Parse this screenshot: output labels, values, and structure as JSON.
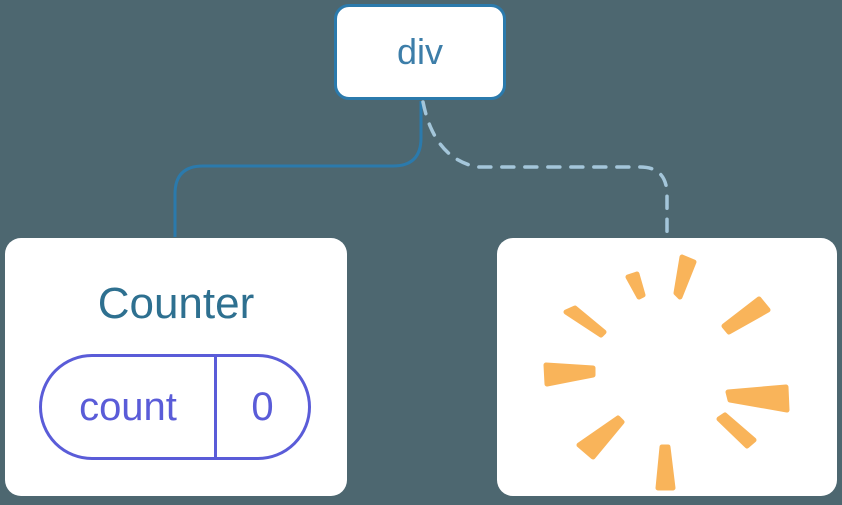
{
  "diagram": {
    "description": "React component tree: div root keeps Counter child with state, second child removed with a poof",
    "root": {
      "label": "div"
    },
    "counter": {
      "title": "Counter",
      "state_key": "count",
      "state_value": "0"
    },
    "removed_child": {
      "status": "removed",
      "icon": "poof-explosion-icon"
    }
  },
  "connectors": {
    "kept_edge_style": "solid",
    "removed_edge_style": "dashed"
  },
  "colors": {
    "bg": "#4d6770",
    "solid": "#2b7aac",
    "rootText": "#3d7ea9",
    "dashed": "#a4c6da",
    "title": "#2e7090",
    "purple": "#5a5cd8",
    "orange": "#f9b45a",
    "card": "#ffffff"
  }
}
